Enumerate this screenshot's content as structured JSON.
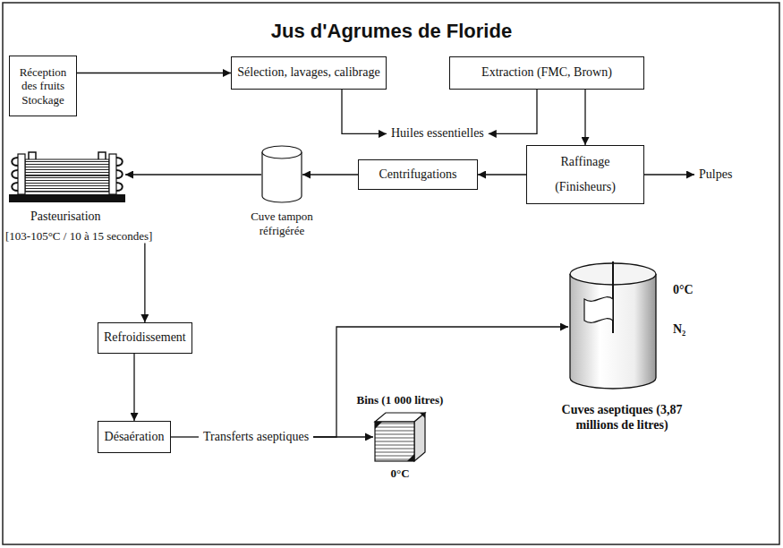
{
  "diagram": {
    "title": "Jus d'Agrumes de Floride",
    "nodes": [
      {
        "text": [
          "Réception des fruits Stockage"
        ]
      },
      {
        "text": [
          "Sélection, lavages, calibrage"
        ]
      },
      {
        "text": [
          "Extraction (FMC, Brown)"
        ]
      },
      {
        "text": [
          "Huiles essentielles"
        ]
      },
      {
        "text": [
          "Raffinage (Finisheurs)"
        ]
      },
      {
        "text": [
          "Pulpes"
        ]
      },
      {
        "text": [
          "Centrifugations"
        ]
      },
      {
        "text": [
          "Cuve tampon réfrigérée"
        ]
      },
      {
        "text": [
          "Pasteurisation",
          "[103-105°C / 10 à 15 secondes]"
        ]
      },
      {
        "text": [
          "Refroidissement"
        ]
      },
      {
        "text": [
          "Désaération"
        ]
      },
      {
        "text": [
          "Transferts aseptiques"
        ]
      },
      {
        "text": [
          "Bins (1 000 litres)",
          "0°C"
        ]
      },
      {
        "text": [
          "0°C",
          "N₂",
          "Cuves aseptiques (3,87 millions de litres)"
        ]
      }
    ],
    "edges": [
      {
        "from": 0,
        "to": 1,
        "arrow": "to"
      },
      {
        "from": 1,
        "to": 3,
        "arrow": "to"
      },
      {
        "from": 2,
        "to": 3,
        "arrow": "to"
      },
      {
        "from": 2,
        "to": 4,
        "arrow": "to"
      },
      {
        "from": 4,
        "to": 5,
        "arrow": "to"
      },
      {
        "from": 4,
        "to": 6,
        "arrow": "to"
      },
      {
        "from": 6,
        "to": 7,
        "arrow": "to"
      },
      {
        "from": 7,
        "to": 8,
        "arrow": "to"
      },
      {
        "from": 8,
        "to": 9,
        "arrow": "to"
      },
      {
        "from": 9,
        "to": 10,
        "arrow": "to"
      },
      {
        "from": 10,
        "to": 11,
        "arrow": "none"
      },
      {
        "from": 11,
        "to": 13,
        "arrow": "to"
      },
      {
        "from": 11,
        "to": 12,
        "arrow": "to"
      }
    ]
  }
}
